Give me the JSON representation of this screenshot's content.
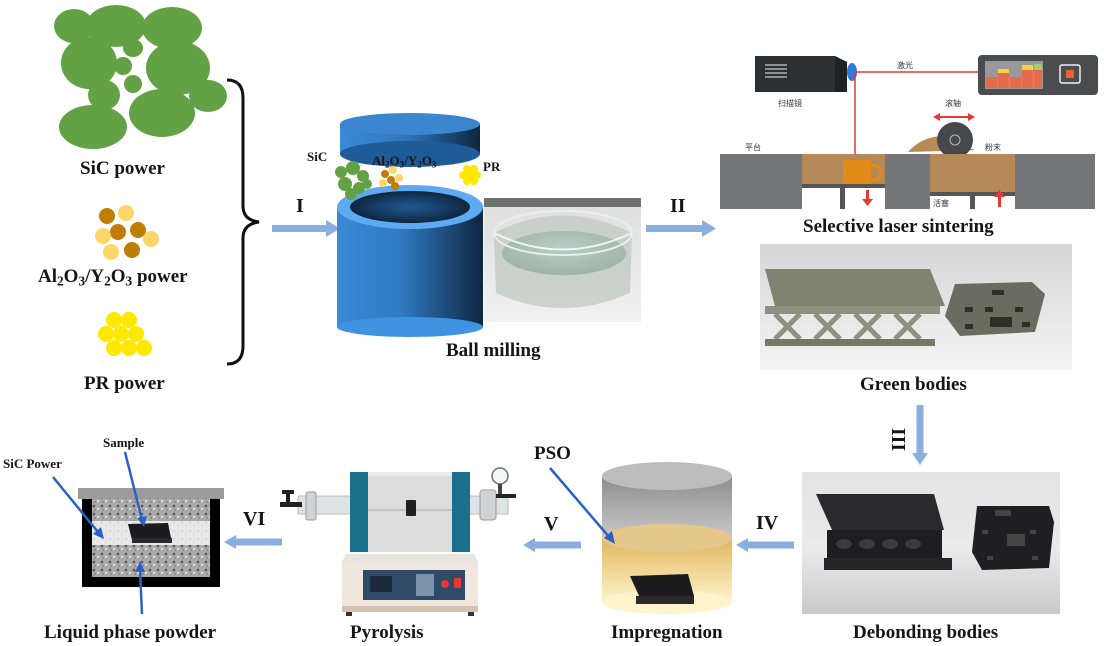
{
  "figure": {
    "raw_materials": {
      "sic": {
        "label": "SiC power",
        "color": "#62a245"
      },
      "al2o3_y2o3": {
        "label_pre": "Al",
        "label_parts": [
          "2",
          "O",
          "3",
          "/Y",
          "2",
          "O",
          "3"
        ],
        "label_suffix": " power",
        "colors": [
          "#c07d05",
          "#fdd66a"
        ]
      },
      "pr": {
        "label": "PR power",
        "color": "#ffe800"
      }
    },
    "steps": {
      "I": "I",
      "II": "II",
      "III": "III",
      "IV": "IV",
      "V": "V",
      "VI": "VI"
    },
    "ball_milling": {
      "title": "Ball milling",
      "jar_labels": {
        "sic": "SiC",
        "oxide_pre": "Al",
        "pr": "PR"
      }
    },
    "sls": {
      "title": "Selective laser sintering",
      "labels": {
        "laser": "激光",
        "scanner": "扫描镜",
        "roller": "滚轴",
        "platform": "平台",
        "powder": "粉末",
        "piston": "活塞"
      }
    },
    "green_bodies": {
      "title": "Green bodies"
    },
    "debonding_bodies": {
      "title": "Debonding bodies"
    },
    "impregnation": {
      "title": "Impregnation",
      "callout": "PSO"
    },
    "pyrolysis": {
      "title": "Pyrolysis"
    },
    "liquid_phase": {
      "title": "Liquid phase powder",
      "callouts": {
        "sic_powder": "SiC Power",
        "sample": "Sample"
      }
    },
    "colors": {
      "arrow": "#8aaee0",
      "callout_arrow": "#2a62c4",
      "laser": "#e53935",
      "jar": "#2f79c0"
    }
  }
}
